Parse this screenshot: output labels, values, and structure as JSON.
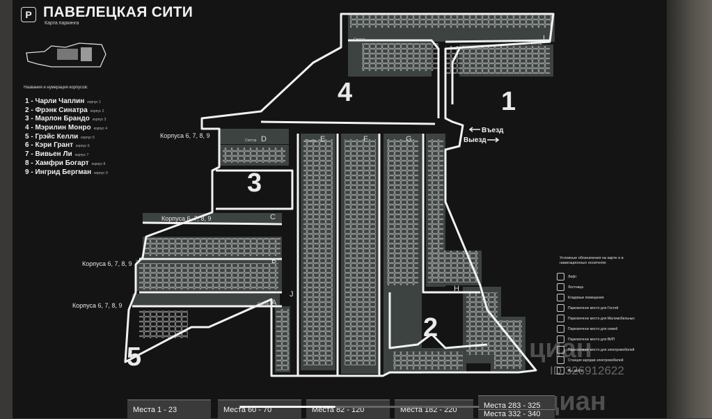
{
  "header": {
    "parking_icon": "P",
    "title": "ПАВЕЛЕЦКАЯ СИТИ",
    "subtitle": "Карта паркинга"
  },
  "legend": {
    "heading": "Названия и нумерация корпусов:",
    "items": [
      {
        "text": "1 -  Чарли Чаплин",
        "tag": "корпус 1"
      },
      {
        "text": "2 -  Фрэнк Синатра",
        "tag": "корпус 2"
      },
      {
        "text": "3 -  Марлон Брандо",
        "tag": "корпус 3"
      },
      {
        "text": "4 -  Мэрилин Монро",
        "tag": "корпус 4"
      },
      {
        "text": "5 -  Грэйс Келли",
        "tag": "корпус 5"
      },
      {
        "text": "6 -  Кэри Грант",
        "tag": "корпус 6"
      },
      {
        "text": "7 -  Вивьен Ли",
        "tag": "корпус 7"
      },
      {
        "text": "8 -  Хамфри Богарт",
        "tag": "корпус 8"
      },
      {
        "text": "9 -  Ингрид Бергман",
        "tag": "корпус 9"
      }
    ]
  },
  "map": {
    "buildings": [
      "1",
      "2",
      "3",
      "4",
      "5"
    ],
    "entry": "Въезд",
    "exit": "Выезд",
    "corpus_label": "Корпуса 6, 7, 8, 9",
    "sector_word": "Сектор",
    "sectors": [
      "A",
      "B",
      "C",
      "D",
      "E",
      "F",
      "G",
      "H",
      "I",
      "J"
    ]
  },
  "conventions": {
    "title": "Условные обозначения на карте и в навигационных носителях",
    "items": [
      "Лифт",
      "Лестница",
      "Кладовые помещения",
      "Парковочное место для Гостей",
      "Парковочное место для Маломобильных",
      "Парковочное место для семей",
      "Парковочное место для ВИП",
      "Парковочное место для электромобилей",
      "Станция зарядки электромобилей",
      "Вы здесь"
    ]
  },
  "places_bar": {
    "items": [
      "Места 1 - 23",
      "Места 60 - 70",
      "Места 82 - 120",
      "Места 182 - 220",
      "Места 283 - 325",
      "Места 332 - 340"
    ]
  },
  "watermark": {
    "brand": "циан",
    "id": "ID 326912622"
  },
  "colors": {
    "board": "#141414",
    "route": "#f0f0f0",
    "parking_area": "#3d4341",
    "wall": "#57534d"
  }
}
